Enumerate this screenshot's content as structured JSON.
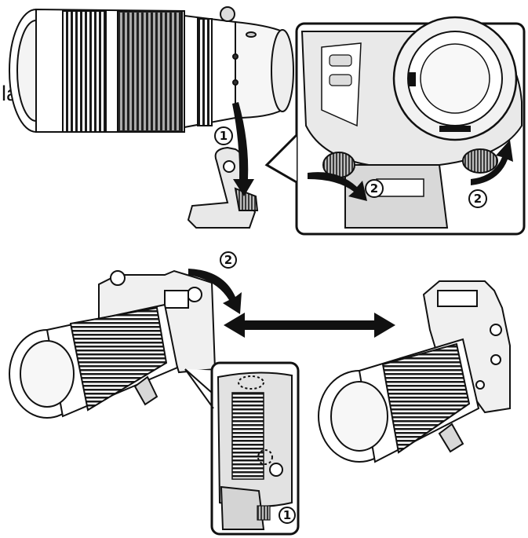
{
  "side_label": "la",
  "step_markers": {
    "one": "1",
    "two": "2"
  },
  "colors": {
    "ink": "#111111",
    "paper": "#ffffff",
    "light_gray": "#d8d8d8",
    "mid_gray": "#b5b5b5",
    "dark_gray": "#6a6a6a"
  },
  "icons": [
    "arrow-down-icon",
    "arrow-curved-icon",
    "arrow-double-headed-icon"
  ]
}
